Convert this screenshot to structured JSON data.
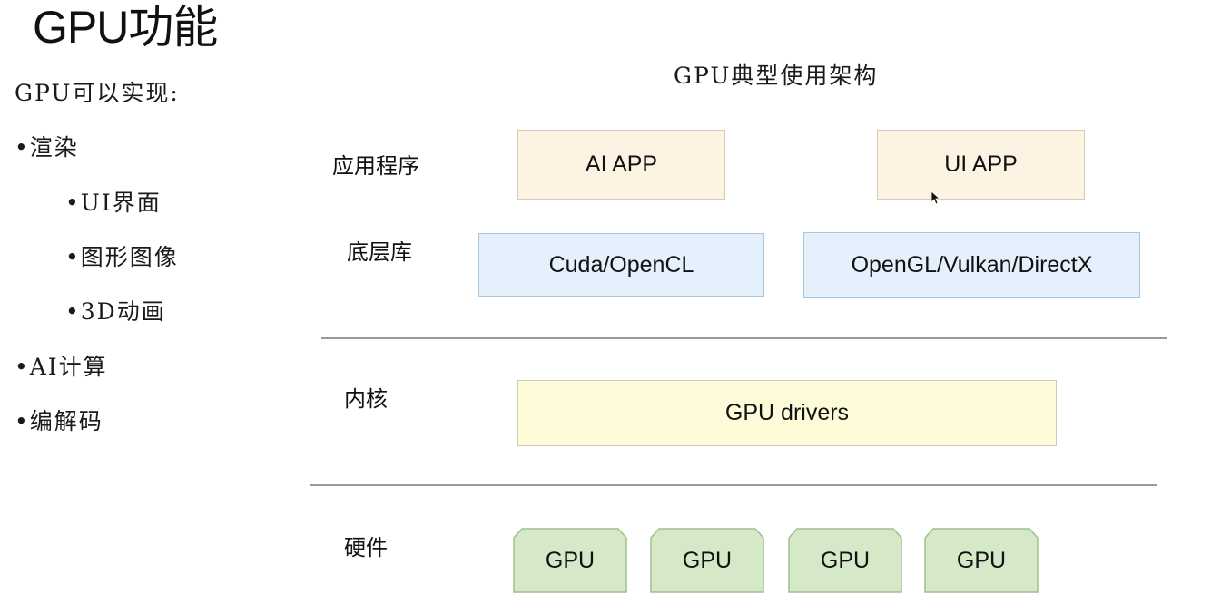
{
  "title": "GPU功能",
  "intro": "GPU可以实现:",
  "features": [
    {
      "text": "•渲染"
    },
    {
      "text": "•UI界面"
    },
    {
      "text": "•图形图像"
    },
    {
      "text": "•3D动画"
    },
    {
      "text": "•AI计算"
    },
    {
      "text": "•编解码"
    }
  ],
  "diagram": {
    "title": "GPU典型使用架构",
    "layers": {
      "app": {
        "label": "应用程序",
        "boxes": [
          "AI APP",
          "UI APP"
        ]
      },
      "lib": {
        "label": "底层库",
        "boxes": [
          "Cuda/OpenCL",
          "OpenGL/Vulkan/DirectX"
        ]
      },
      "kernel": {
        "label": "内核",
        "boxes": [
          "GPU drivers"
        ]
      },
      "hardware": {
        "label": "硬件",
        "chips": [
          "GPU",
          "GPU",
          "GPU",
          "GPU"
        ]
      }
    }
  },
  "colors": {
    "app_fill": "#fdf3e3",
    "lib_fill": "#e4f0fb",
    "driver_fill": "#fdfbd8",
    "gpu_fill": "#d5e8c8",
    "divider": "#9a9a9a"
  },
  "icons": {
    "cursor": "mouse-pointer-icon"
  }
}
